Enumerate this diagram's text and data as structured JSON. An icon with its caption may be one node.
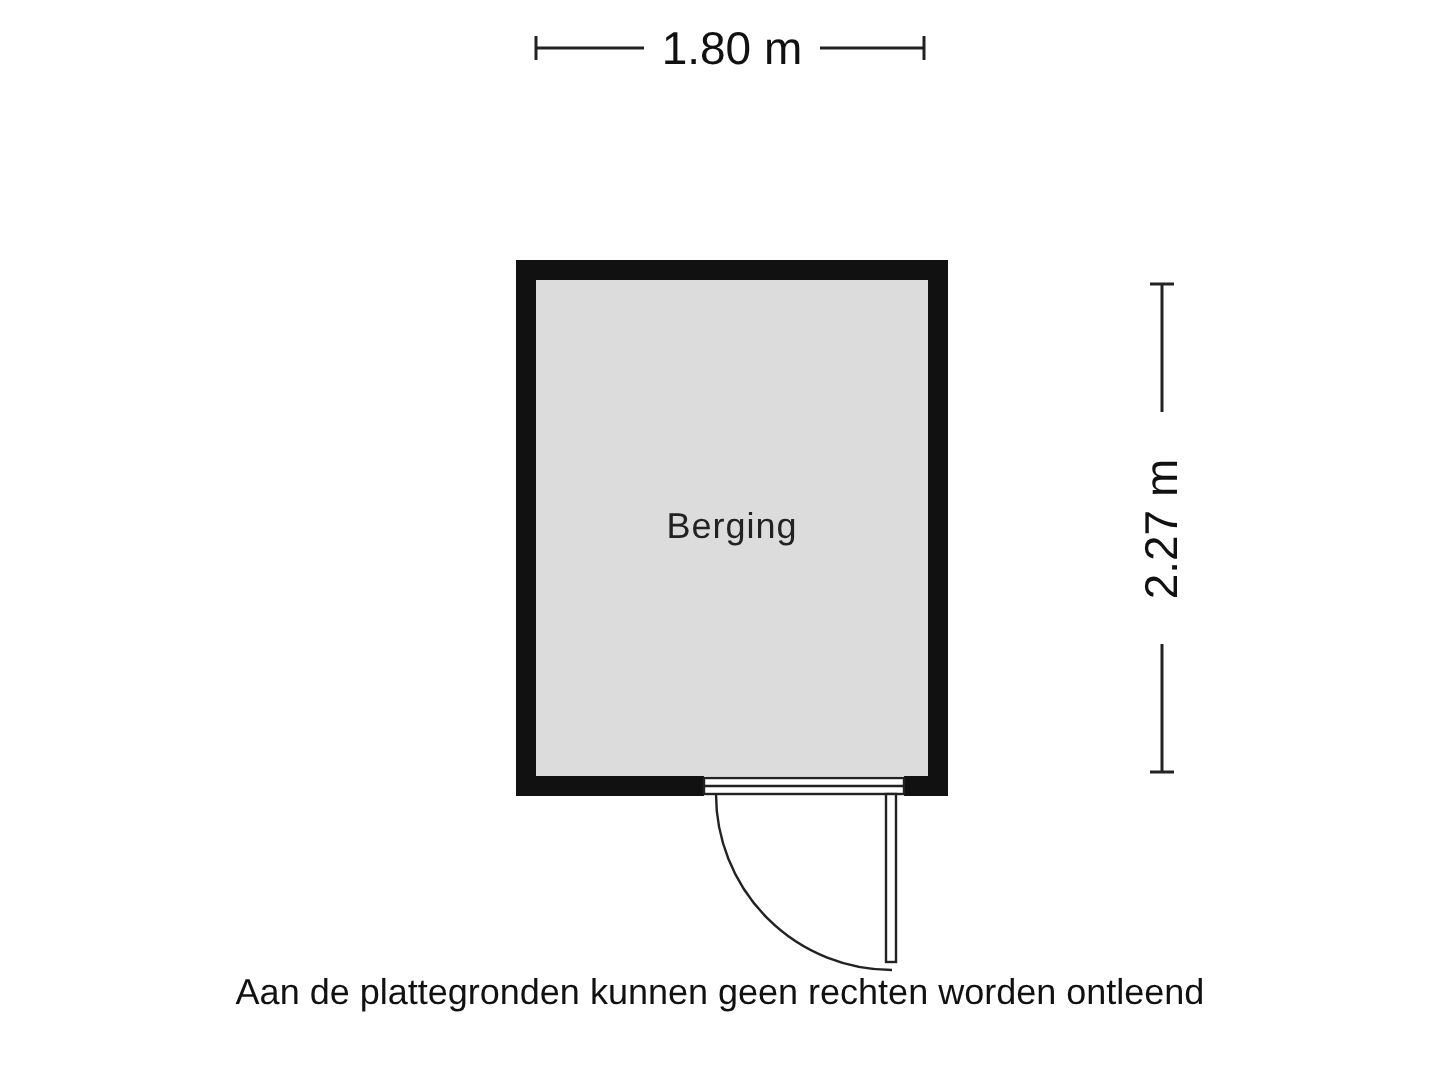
{
  "diagram": {
    "nodes": [
      {
        "text": [
          "Berging"
        ]
      }
    ],
    "edges": [],
    "labels": [
      "1.80 m",
      "2.27 m",
      "Aan de plattegronden kunnen geen rechten worden ontleend"
    ]
  }
}
